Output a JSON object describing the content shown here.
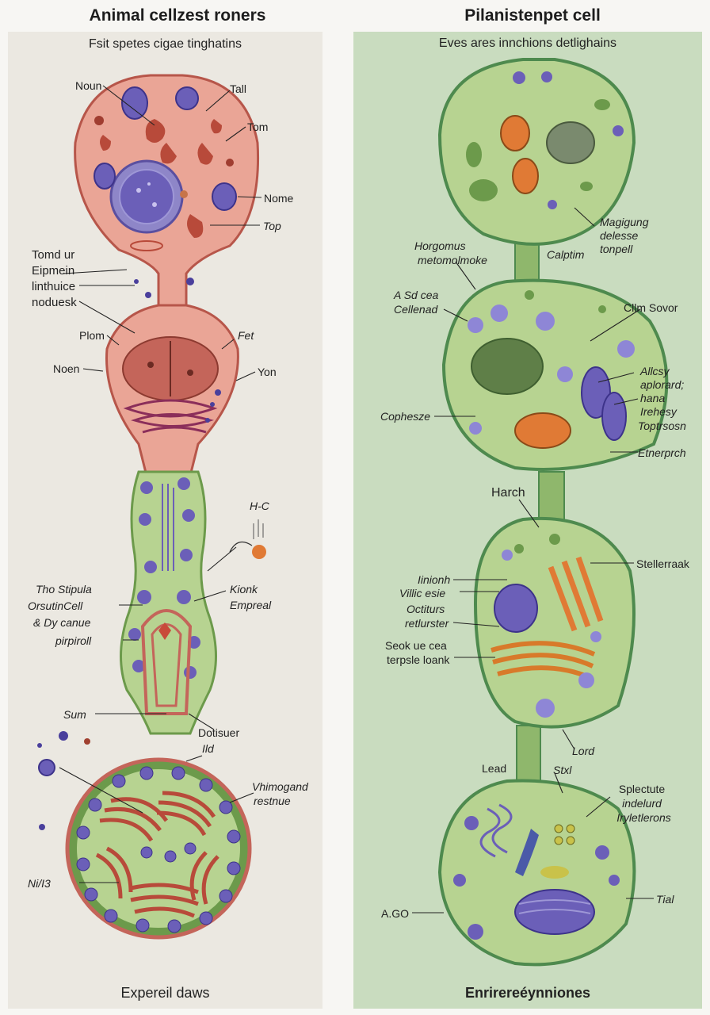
{
  "left": {
    "title": "Animal cellzest roners",
    "subtitle": "Fsit spetes cigae tinghatins",
    "footer": "Expereil daws",
    "labels": {
      "noun": "Noun",
      "tall": "Tall",
      "tom": "Tom",
      "nome": "Nome",
      "top": "Top",
      "tomd_ur": "Tomd ur",
      "eipmein": "Eipmein",
      "linthuice": "linthuice",
      "noduesk": "noduesk",
      "plom": "Plom",
      "fet": "Fet",
      "noen": "Noen",
      "yon": "Yon",
      "hc": "H-C",
      "kionk": "Kionk",
      "empreal": "Empreal",
      "tho_stipula": "Tho Stipula",
      "orsutin_cell": "OrsutinCell",
      "dy_canue": "& Dy canue",
      "pirpiroll": "pirpiroll",
      "sum": "Sum",
      "dotisuer": "Dotisuer",
      "ild": "Ild",
      "vhimogand": "Vhimogand",
      "restnue": "restnue",
      "ni13": "Ni/I3"
    }
  },
  "right": {
    "title": "Pilanistenpet cell",
    "subtitle": "Eves ares innchions detlighains",
    "footer": "Enrirereéynniones",
    "labels": {
      "magigung": "Magigung",
      "delesse": "delesse",
      "tonpell": "tonpell",
      "horgomus": "Horgomus",
      "metomolmoke": "metomolmoke",
      "calptim": "Calptim",
      "a_sd_cea": "A Sd cea",
      "cellenad": "Cellenad",
      "clim_sovor": "Cllm Sovor",
      "allcsy": "Allcsy",
      "aplorard": "aplorard;",
      "hana": "hana",
      "irehesy": "Irehesy",
      "toptrsosn": "Toptrsosn",
      "cophesze": "Cophesze",
      "etnerprch": "Etnerprch",
      "harch": "Harch",
      "stellerraak": "Stellerraak",
      "iinionh": "Iinionh",
      "villic_esie": "Villic esie",
      "octiturs": "Octiturs",
      "retlurster": "retlurster",
      "seok_ue_cea": "Seok ue cea",
      "terpsle_loank": "terpsle loank",
      "lord": "Lord",
      "lead": "Lead",
      "stxl": "Stxl",
      "splectute": "Splectute",
      "indelured": "indelurd",
      "iryletlerons": "Iryletlerons",
      "tial": "Tial",
      "ago": "A.GO"
    }
  },
  "colors": {
    "animal_membrane": "#c4655a",
    "animal_cytoplasm": "#eaaa9a",
    "plant_wall": "#4e8a4e",
    "plant_cytoplasm": "#b7d391",
    "nucleus": "#6b5fb8",
    "mitochondria_red": "#b84a3a",
    "chloroplast_orange": "#e07a35",
    "plant_panel_bg": "#c9dcbf",
    "animal_panel_bg": "#ebe8e1"
  }
}
